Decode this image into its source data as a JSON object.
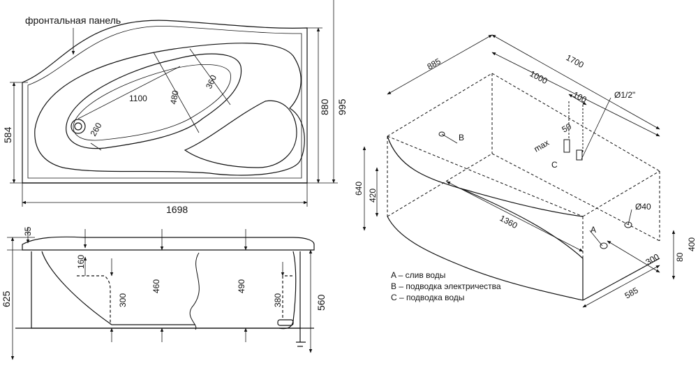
{
  "top_view": {
    "panel_label": "фронтальная панель",
    "dims": {
      "length": "1698",
      "width_left": "584",
      "width_right_inner": "880",
      "width_right_outer": "995",
      "bowl_length": "1100",
      "bowl_width_a": "480",
      "bowl_width_b": "360",
      "drain_offset": "260"
    }
  },
  "side_view": {
    "dims": {
      "rim": "35",
      "total_height": "625",
      "front_height": "560",
      "dim_160": "160",
      "dim_300": "300",
      "depth_460": "460",
      "depth_490": "490",
      "dim_380": "380"
    }
  },
  "iso_view": {
    "dims": {
      "d885": "885",
      "d1000": "1000",
      "d1700": "1700",
      "d100": "100",
      "pipe": "Ø1/2\"",
      "d50": "50",
      "max": "max",
      "d640": "640",
      "d420": "420",
      "d1360": "1360",
      "d40": "Ø40",
      "d400": "400",
      "d80": "80",
      "d300": "300",
      "d585": "585"
    },
    "points": {
      "a": "A",
      "b": "B",
      "c": "C"
    }
  },
  "legend": [
    "A – слив воды",
    "B – подводка электричества",
    "C – подводка воды"
  ]
}
